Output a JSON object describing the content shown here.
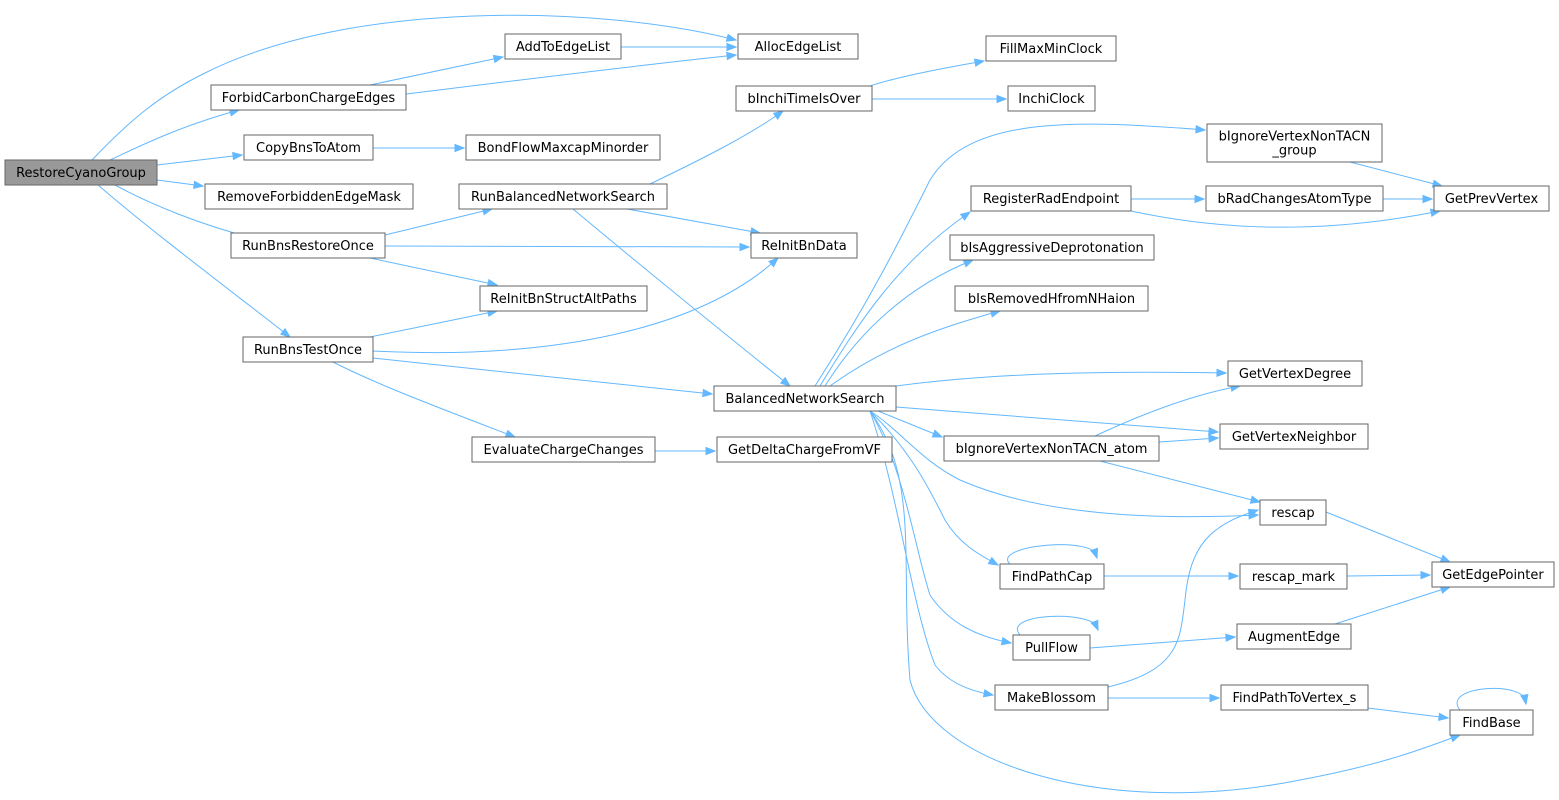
{
  "diagram": {
    "type": "call-graph",
    "colors": {
      "edge": "#63b8ff",
      "node_border": "#666666",
      "node_fill": "#ffffff",
      "root_fill": "#999999",
      "text": "#000000"
    },
    "nodes": [
      {
        "id": "RestoreCyanoGroup",
        "label": [
          "RestoreCyanoGroup"
        ],
        "root": true
      },
      {
        "id": "ForbidCarbonChargeEdges",
        "label": [
          "ForbidCarbonChargeEdges"
        ]
      },
      {
        "id": "CopyBnsToAtom",
        "label": [
          "CopyBnsToAtom"
        ]
      },
      {
        "id": "RemoveForbiddenEdgeMask",
        "label": [
          "RemoveForbiddenEdgeMask"
        ]
      },
      {
        "id": "RunBnsRestoreOnce",
        "label": [
          "RunBnsRestoreOnce"
        ]
      },
      {
        "id": "RunBnsTestOnce",
        "label": [
          "RunBnsTestOnce"
        ]
      },
      {
        "id": "AddToEdgeList",
        "label": [
          "AddToEdgeList"
        ]
      },
      {
        "id": "AllocEdgeList",
        "label": [
          "AllocEdgeList"
        ]
      },
      {
        "id": "BondFlowMaxcapMinorder",
        "label": [
          "BondFlowMaxcapMinorder"
        ]
      },
      {
        "id": "RunBalancedNetworkSearch",
        "label": [
          "RunBalancedNetworkSearch"
        ]
      },
      {
        "id": "ReInitBnData",
        "label": [
          "ReInitBnData"
        ]
      },
      {
        "id": "ReInitBnStructAltPaths",
        "label": [
          "ReInitBnStructAltPaths"
        ]
      },
      {
        "id": "BalancedNetworkSearch",
        "label": [
          "BalancedNetworkSearch"
        ]
      },
      {
        "id": "EvaluateChargeChanges",
        "label": [
          "EvaluateChargeChanges"
        ]
      },
      {
        "id": "GetDeltaChargeFromVF",
        "label": [
          "GetDeltaChargeFromVF"
        ]
      },
      {
        "id": "bInchiTimeIsOver",
        "label": [
          "bInchiTimeIsOver"
        ]
      },
      {
        "id": "FillMaxMinClock",
        "label": [
          "FillMaxMinClock"
        ]
      },
      {
        "id": "InchiClock",
        "label": [
          "InchiClock"
        ]
      },
      {
        "id": "bIgnoreVertexNonTACN_group",
        "label": [
          "bIgnoreVertexNonTACN",
          "_group"
        ]
      },
      {
        "id": "RegisterRadEndpoint",
        "label": [
          "RegisterRadEndpoint"
        ]
      },
      {
        "id": "bRadChangesAtomType",
        "label": [
          "bRadChangesAtomType"
        ]
      },
      {
        "id": "GetPrevVertex",
        "label": [
          "GetPrevVertex"
        ]
      },
      {
        "id": "bIsAggressiveDeprotonation",
        "label": [
          "bIsAggressiveDeprotonation"
        ]
      },
      {
        "id": "bIsRemovedHfromNHaion",
        "label": [
          "bIsRemovedHfromNHaion"
        ]
      },
      {
        "id": "GetVertexDegree",
        "label": [
          "GetVertexDegree"
        ]
      },
      {
        "id": "GetVertexNeighbor",
        "label": [
          "GetVertexNeighbor"
        ]
      },
      {
        "id": "bIgnoreVertexNonTACN_atom",
        "label": [
          "bIgnoreVertexNonTACN_atom"
        ]
      },
      {
        "id": "rescap",
        "label": [
          "rescap"
        ]
      },
      {
        "id": "FindPathCap",
        "label": [
          "FindPathCap"
        ]
      },
      {
        "id": "rescap_mark",
        "label": [
          "rescap_mark"
        ]
      },
      {
        "id": "GetEdgePointer",
        "label": [
          "GetEdgePointer"
        ]
      },
      {
        "id": "PullFlow",
        "label": [
          "PullFlow"
        ]
      },
      {
        "id": "AugmentEdge",
        "label": [
          "AugmentEdge"
        ]
      },
      {
        "id": "MakeBlossom",
        "label": [
          "MakeBlossom"
        ]
      },
      {
        "id": "FindPathToVertex_s",
        "label": [
          "FindPathToVertex_s"
        ]
      },
      {
        "id": "FindBase",
        "label": [
          "FindBase"
        ]
      }
    ],
    "edges": [
      [
        "RestoreCyanoGroup",
        "AllocEdgeList"
      ],
      [
        "RestoreCyanoGroup",
        "ForbidCarbonChargeEdges"
      ],
      [
        "RestoreCyanoGroup",
        "CopyBnsToAtom"
      ],
      [
        "RestoreCyanoGroup",
        "RemoveForbiddenEdgeMask"
      ],
      [
        "RestoreCyanoGroup",
        "RunBnsRestoreOnce"
      ],
      [
        "RestoreCyanoGroup",
        "RunBnsTestOnce"
      ],
      [
        "ForbidCarbonChargeEdges",
        "AddToEdgeList"
      ],
      [
        "ForbidCarbonChargeEdges",
        "AllocEdgeList"
      ],
      [
        "AddToEdgeList",
        "AllocEdgeList"
      ],
      [
        "CopyBnsToAtom",
        "BondFlowMaxcapMinorder"
      ],
      [
        "RunBnsRestoreOnce",
        "RunBalancedNetworkSearch"
      ],
      [
        "RunBnsRestoreOnce",
        "ReInitBnData"
      ],
      [
        "RunBnsRestoreOnce",
        "ReInitBnStructAltPaths"
      ],
      [
        "RunBnsTestOnce",
        "ReInitBnStructAltPaths"
      ],
      [
        "RunBnsTestOnce",
        "ReInitBnData"
      ],
      [
        "RunBnsTestOnce",
        "BalancedNetworkSearch"
      ],
      [
        "RunBnsTestOnce",
        "EvaluateChargeChanges"
      ],
      [
        "RunBalancedNetworkSearch",
        "bInchiTimeIsOver"
      ],
      [
        "RunBalancedNetworkSearch",
        "ReInitBnData"
      ],
      [
        "RunBalancedNetworkSearch",
        "BalancedNetworkSearch"
      ],
      [
        "EvaluateChargeChanges",
        "GetDeltaChargeFromVF"
      ],
      [
        "bInchiTimeIsOver",
        "FillMaxMinClock"
      ],
      [
        "bInchiTimeIsOver",
        "InchiClock"
      ],
      [
        "BalancedNetworkSearch",
        "bIgnoreVertexNonTACN_group"
      ],
      [
        "BalancedNetworkSearch",
        "RegisterRadEndpoint"
      ],
      [
        "BalancedNetworkSearch",
        "bIsAggressiveDeprotonation"
      ],
      [
        "BalancedNetworkSearch",
        "bIsRemovedHfromNHaion"
      ],
      [
        "BalancedNetworkSearch",
        "GetVertexDegree"
      ],
      [
        "BalancedNetworkSearch",
        "GetVertexNeighbor"
      ],
      [
        "BalancedNetworkSearch",
        "bIgnoreVertexNonTACN_atom"
      ],
      [
        "BalancedNetworkSearch",
        "rescap"
      ],
      [
        "BalancedNetworkSearch",
        "FindPathCap"
      ],
      [
        "BalancedNetworkSearch",
        "PullFlow"
      ],
      [
        "BalancedNetworkSearch",
        "MakeBlossom"
      ],
      [
        "BalancedNetworkSearch",
        "FindBase"
      ],
      [
        "bIgnoreVertexNonTACN_group",
        "GetPrevVertex"
      ],
      [
        "RegisterRadEndpoint",
        "bRadChangesAtomType"
      ],
      [
        "RegisterRadEndpoint",
        "GetPrevVertex"
      ],
      [
        "bRadChangesAtomType",
        "GetPrevVertex"
      ],
      [
        "bIgnoreVertexNonTACN_atom",
        "GetVertexDegree"
      ],
      [
        "bIgnoreVertexNonTACN_atom",
        "GetVertexNeighbor"
      ],
      [
        "bIgnoreVertexNonTACN_atom",
        "rescap"
      ],
      [
        "rescap",
        "GetEdgePointer"
      ],
      [
        "FindPathCap",
        "FindPathCap"
      ],
      [
        "FindPathCap",
        "rescap_mark"
      ],
      [
        "rescap_mark",
        "GetEdgePointer"
      ],
      [
        "PullFlow",
        "PullFlow"
      ],
      [
        "PullFlow",
        "AugmentEdge"
      ],
      [
        "AugmentEdge",
        "GetEdgePointer"
      ],
      [
        "MakeBlossom",
        "rescap"
      ],
      [
        "MakeBlossom",
        "FindPathToVertex_s"
      ],
      [
        "FindPathToVertex_s",
        "FindBase"
      ],
      [
        "FindBase",
        "FindBase"
      ]
    ]
  }
}
